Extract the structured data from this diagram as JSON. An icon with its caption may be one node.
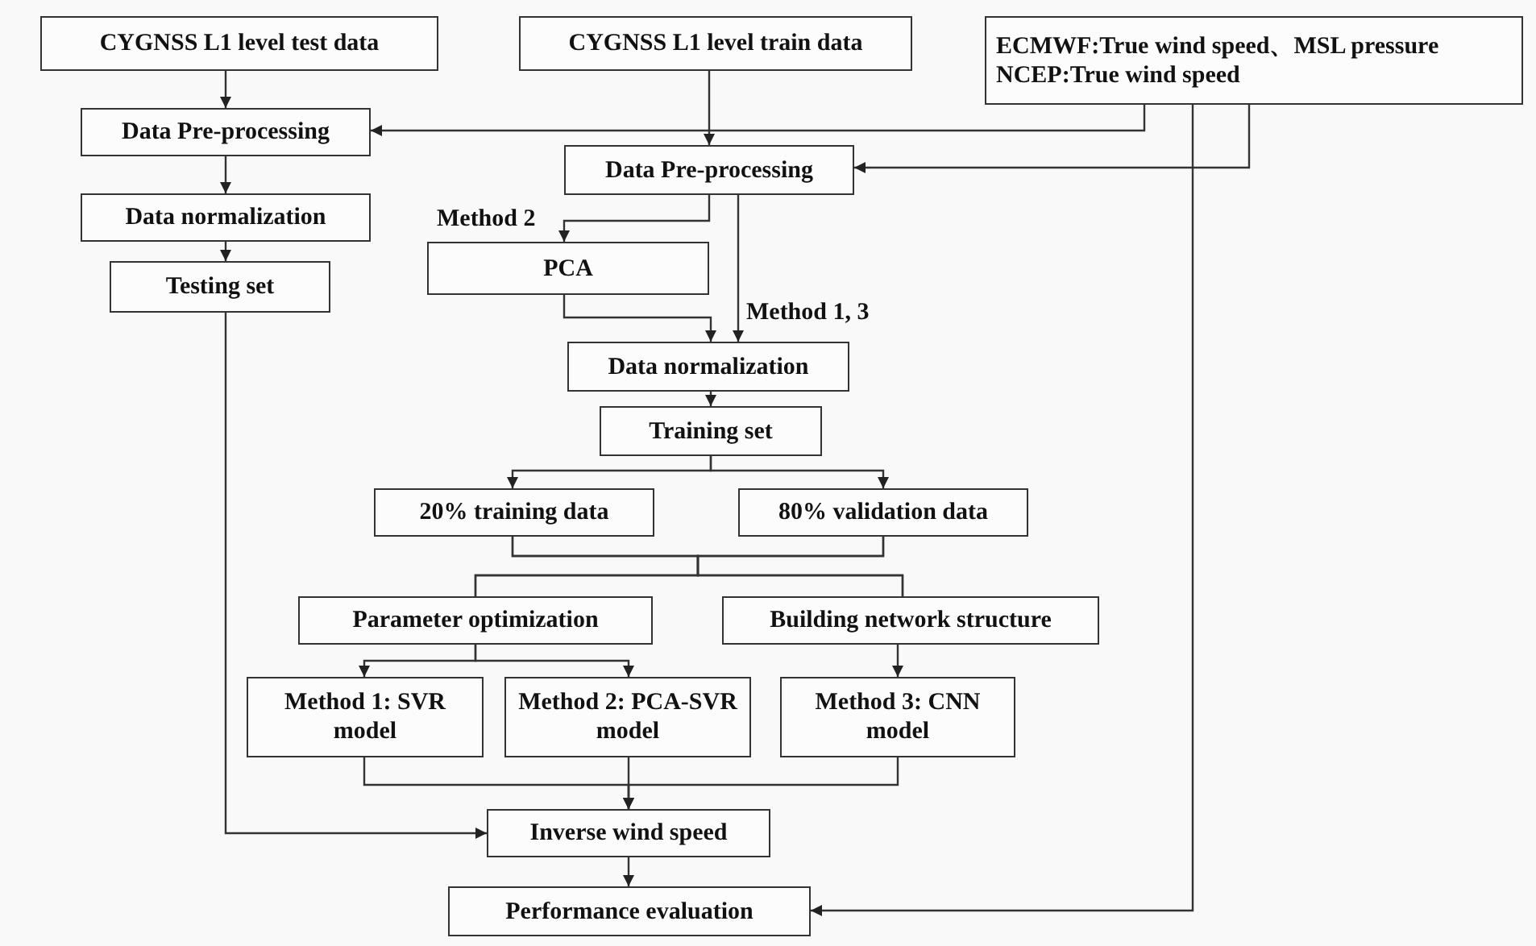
{
  "diagram": {
    "nodes": [
      {
        "text": [
          "CYGNSS L1 level test data"
        ]
      },
      {
        "text": [
          "CYGNSS L1 level train data"
        ]
      },
      {
        "text": [
          "ECMWF:True wind speed、MSL pressure",
          "NCEP:True wind speed"
        ]
      },
      {
        "text": [
          "Data Pre-processing"
        ]
      },
      {
        "text": [
          "Data Pre-processing"
        ]
      },
      {
        "text": [
          "Data normalization"
        ]
      },
      {
        "text": [
          "PCA"
        ]
      },
      {
        "text": [
          "Testing set"
        ]
      },
      {
        "text": [
          "Data normalization"
        ]
      },
      {
        "text": [
          "Training set"
        ]
      },
      {
        "text": [
          "20% training data"
        ]
      },
      {
        "text": [
          "80% validation data"
        ]
      },
      {
        "text": [
          "Parameter optimization"
        ]
      },
      {
        "text": [
          "Building network structure"
        ]
      },
      {
        "text": [
          "Method 1: SVR model"
        ]
      },
      {
        "text": [
          "Method 2: PCA-SVR model"
        ]
      },
      {
        "text": [
          "Method 3: CNN model"
        ]
      },
      {
        "text": [
          "Inverse wind speed"
        ]
      },
      {
        "text": [
          "Performance evaluation"
        ]
      }
    ],
    "edges": [
      {
        "from": 0,
        "to": 3,
        "arrow": "to"
      },
      {
        "from": 1,
        "to": 4,
        "arrow": "to"
      },
      {
        "from": 2,
        "to": 3,
        "arrow": "to"
      },
      {
        "from": 2,
        "to": 4,
        "arrow": "to"
      },
      {
        "from": 2,
        "to": 18,
        "arrow": "to"
      },
      {
        "from": 3,
        "to": 5,
        "arrow": "to"
      },
      {
        "from": 5,
        "to": 7,
        "arrow": "to"
      },
      {
        "from": 4,
        "to": 6,
        "arrow": "to",
        "label": "Method 2"
      },
      {
        "from": 4,
        "to": 8,
        "arrow": "to",
        "label": "Method 1, 3"
      },
      {
        "from": 6,
        "to": 8,
        "arrow": "to"
      },
      {
        "from": 7,
        "to": 17,
        "arrow": "to"
      },
      {
        "from": 8,
        "to": 9,
        "arrow": "to"
      },
      {
        "from": 9,
        "to": 10,
        "arrow": "to"
      },
      {
        "from": 9,
        "to": 11,
        "arrow": "to"
      },
      {
        "from": 10,
        "to": 12,
        "arrow": "none"
      },
      {
        "from": 10,
        "to": 13,
        "arrow": "none"
      },
      {
        "from": 11,
        "to": 12,
        "arrow": "none"
      },
      {
        "from": 11,
        "to": 13,
        "arrow": "none"
      },
      {
        "from": 12,
        "to": 14,
        "arrow": "to"
      },
      {
        "from": 12,
        "to": 15,
        "arrow": "to"
      },
      {
        "from": 13,
        "to": 16,
        "arrow": "to"
      },
      {
        "from": 14,
        "to": 17,
        "arrow": "to"
      },
      {
        "from": 15,
        "to": 17,
        "arrow": "to"
      },
      {
        "from": 16,
        "to": 17,
        "arrow": "to"
      },
      {
        "from": 17,
        "to": 18,
        "arrow": "to"
      }
    ]
  }
}
